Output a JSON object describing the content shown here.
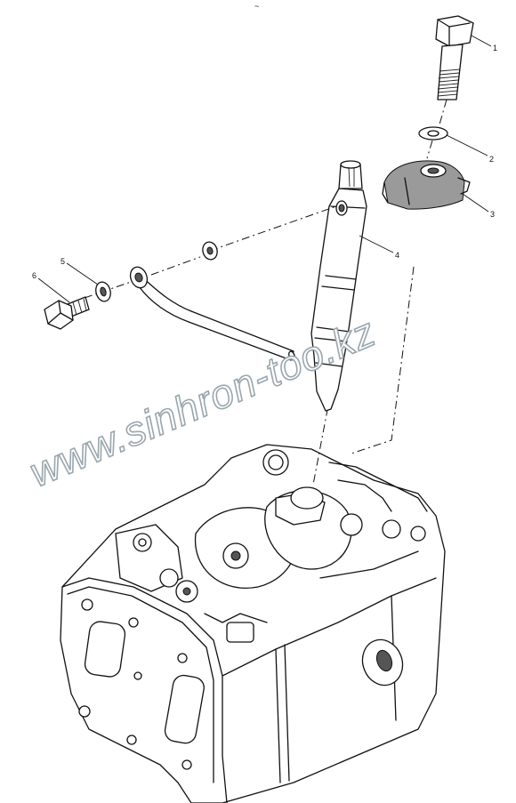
{
  "top_mark": "~",
  "watermark": "www.sinhron-too.kz",
  "callouts": [
    "1",
    "2",
    "3",
    "4",
    "5",
    "6"
  ],
  "parts": [
    {
      "number": "1",
      "icon": "hex-bolt-icon"
    },
    {
      "number": "2",
      "icon": "washer-icon"
    },
    {
      "number": "3",
      "icon": "injector-clamp-icon"
    },
    {
      "number": "4",
      "icon": "fuel-injector-icon"
    },
    {
      "number": "5",
      "icon": "sealing-washer-icon"
    },
    {
      "number": "6",
      "icon": "banjo-bolt-icon"
    }
  ],
  "colors": {
    "line": "#111111",
    "watermark_outline": "#9aa6ad",
    "background": "#ffffff"
  }
}
